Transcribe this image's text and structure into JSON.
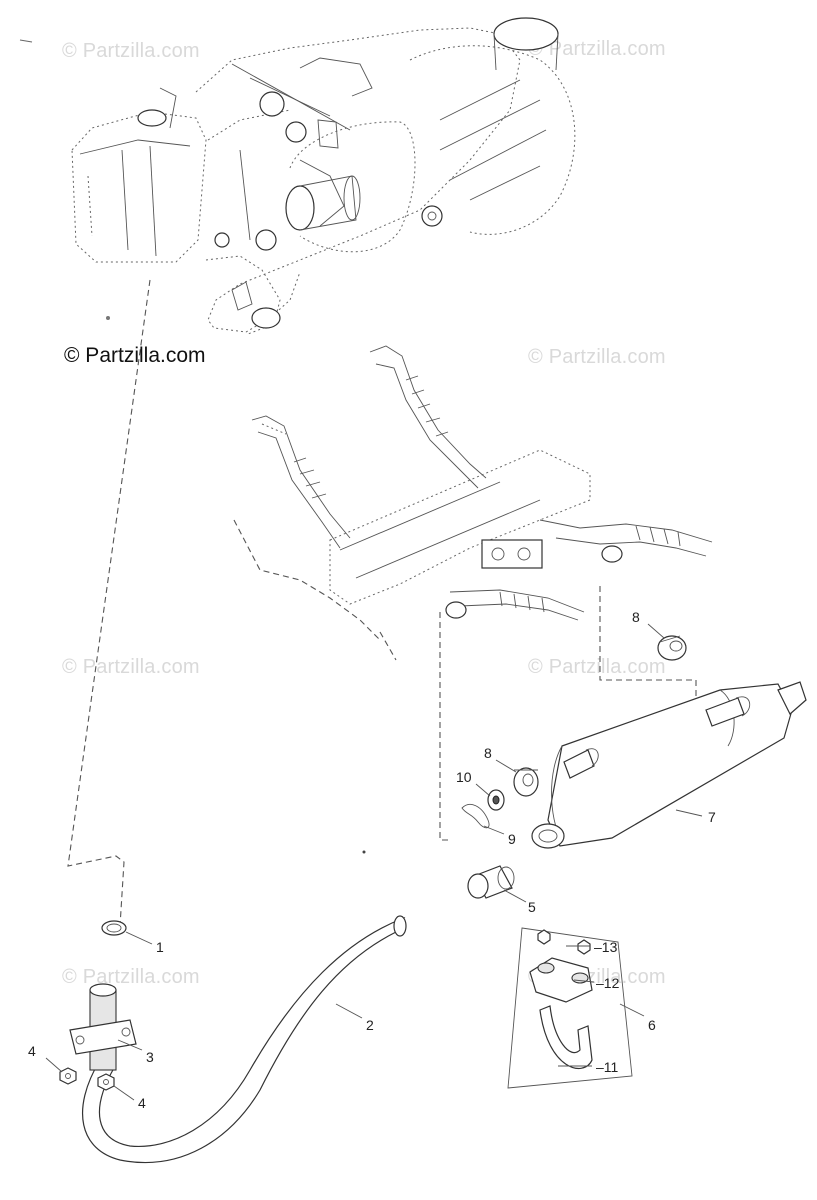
{
  "watermarks": {
    "main": "© Partzilla.com",
    "faint": "© Partzilla.com"
  },
  "callouts": [
    {
      "id": "1",
      "text": "1"
    },
    {
      "id": "2",
      "text": "2"
    },
    {
      "id": "3",
      "text": "3"
    },
    {
      "id": "4a",
      "text": "4"
    },
    {
      "id": "4b",
      "text": "4"
    },
    {
      "id": "5",
      "text": "5"
    },
    {
      "id": "6",
      "text": "6"
    },
    {
      "id": "7",
      "text": "7"
    },
    {
      "id": "8a",
      "text": "8"
    },
    {
      "id": "8b",
      "text": "8"
    },
    {
      "id": "9",
      "text": "9"
    },
    {
      "id": "10",
      "text": "10"
    },
    {
      "id": "11",
      "text": "–11"
    },
    {
      "id": "12",
      "text": "–12"
    },
    {
      "id": "13",
      "text": "–13"
    }
  ]
}
